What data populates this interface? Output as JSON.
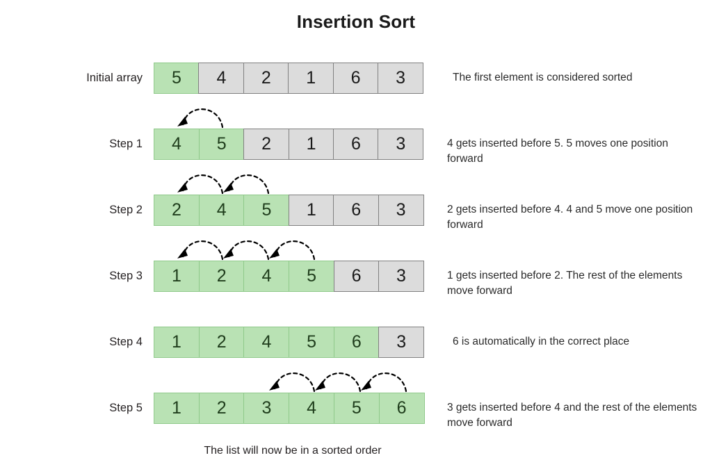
{
  "title": "Insertion Sort",
  "footer": "The list will now be in a sorted order",
  "colors": {
    "sorted_green": "#b9e2b4",
    "unsorted_gray": "#dcdcdc",
    "green_border": "#8fc98a",
    "gray_border": "#808080",
    "arrow": "#000000"
  },
  "diagram": {
    "type": "algorithm-steps",
    "algorithm": "insertion sort",
    "array_length": 6,
    "rows": [
      {
        "label": "Initial array",
        "values": [
          5,
          4,
          2,
          1,
          6,
          3
        ],
        "sorted_count": 1,
        "description": "The first element is considered sorted",
        "arrows": []
      },
      {
        "label": "Step 1",
        "values": [
          4,
          5,
          2,
          1,
          6,
          3
        ],
        "sorted_count": 2,
        "description": "4 gets inserted before 5. 5 moves one position forward",
        "arrows": [
          {
            "from": 1,
            "to": 0
          }
        ]
      },
      {
        "label": "Step 2",
        "values": [
          2,
          4,
          5,
          1,
          6,
          3
        ],
        "sorted_count": 3,
        "description": "2 gets inserted before 4. 4 and 5 move one position forward",
        "arrows": [
          {
            "from": 1,
            "to": 0
          },
          {
            "from": 2,
            "to": 1
          }
        ]
      },
      {
        "label": "Step 3",
        "values": [
          1,
          2,
          4,
          5,
          6,
          3
        ],
        "sorted_count": 4,
        "description": "1 gets inserted before 2. The rest of the elements move forward",
        "arrows": [
          {
            "from": 1,
            "to": 0
          },
          {
            "from": 2,
            "to": 1
          },
          {
            "from": 3,
            "to": 2
          }
        ]
      },
      {
        "label": "Step 4",
        "values": [
          1,
          2,
          4,
          5,
          6,
          3
        ],
        "sorted_count": 5,
        "description": "6 is automatically in the correct place",
        "arrows": []
      },
      {
        "label": "Step 5",
        "values": [
          1,
          2,
          3,
          4,
          5,
          6
        ],
        "sorted_count": 6,
        "description": "3 gets inserted before 4 and the rest of the elements move forward",
        "arrows": [
          {
            "from": 3,
            "to": 2
          },
          {
            "from": 4,
            "to": 3
          },
          {
            "from": 5,
            "to": 4
          }
        ]
      }
    ]
  }
}
